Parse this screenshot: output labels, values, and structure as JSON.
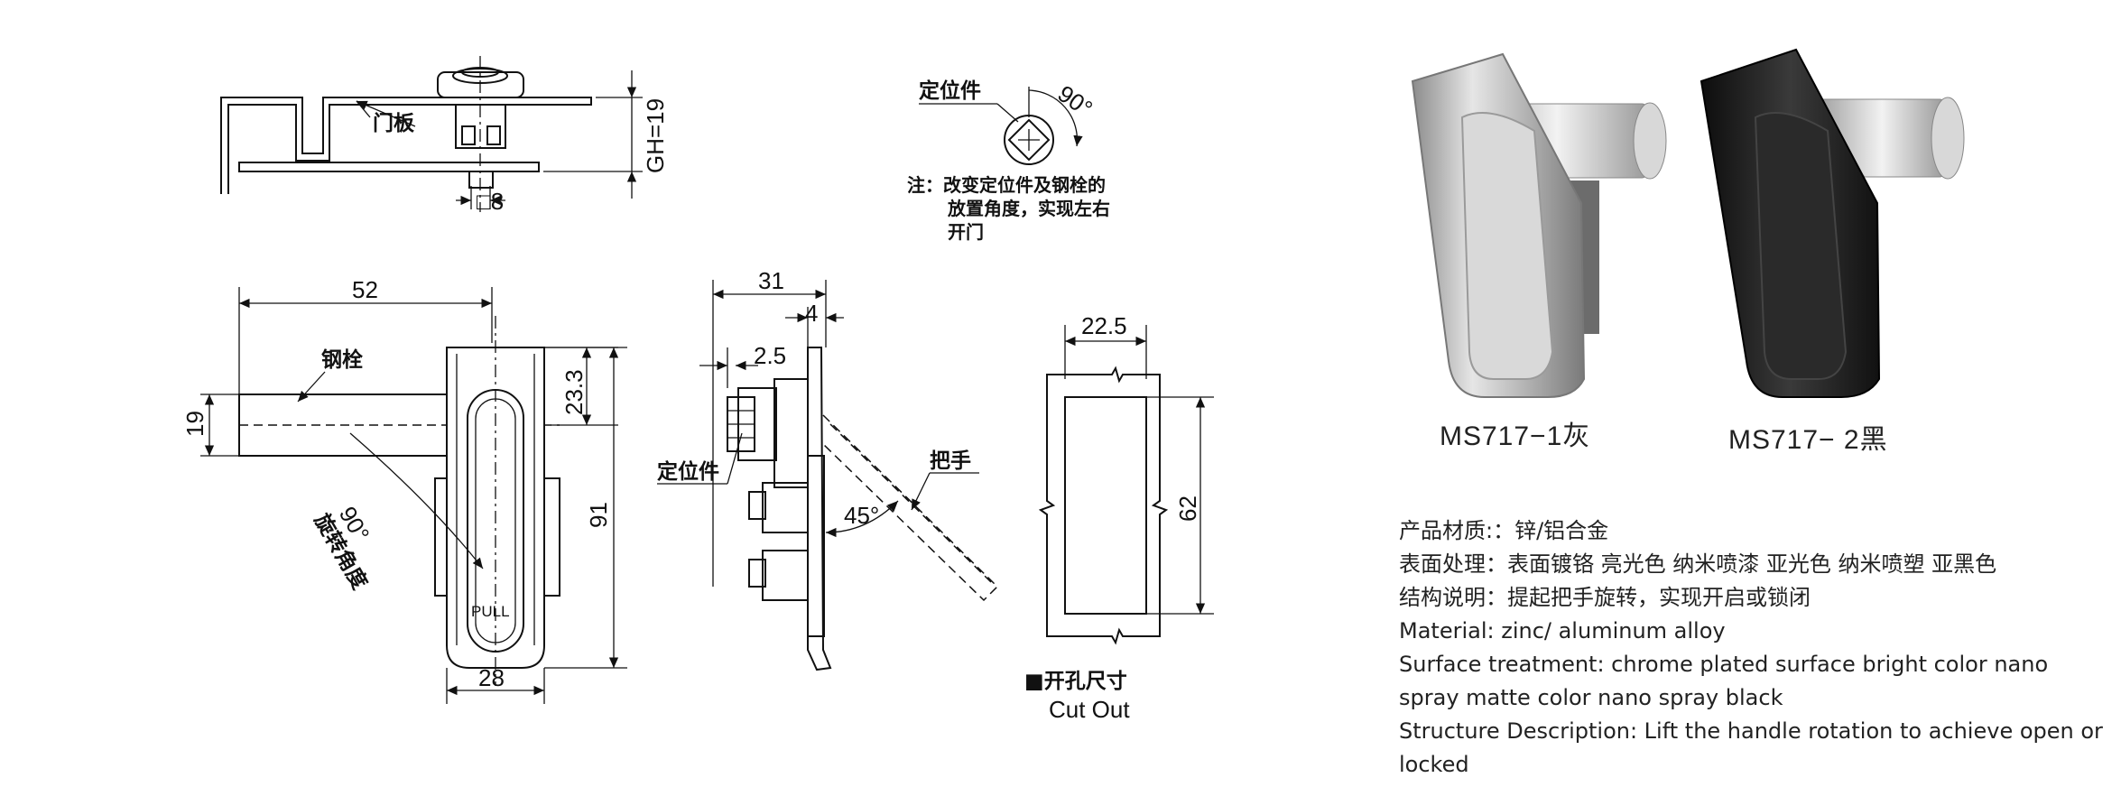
{
  "drawing": {
    "top_view": {
      "door_panel_label": "门板",
      "height_dim": "GH=19",
      "square_dim": "□8"
    },
    "locator_detail": {
      "label": "定位件",
      "angle": "90°",
      "note_lines": [
        "注：改变定位件及钢栓的",
        "放置角度，实现左右",
        "开门"
      ]
    },
    "front_view": {
      "width_top": "52",
      "bolt_label": "钢栓",
      "bolt_height": "19",
      "offset": "23.3",
      "height": "91",
      "width_bottom": "28",
      "rotation_angle": "90°",
      "rotation_label": "旋转角度",
      "handle_text": "PULL"
    },
    "side_view": {
      "depth": "31",
      "plate": "4",
      "offset": "2.5",
      "locator_label": "定位件",
      "handle_label": "把手",
      "angle": "45°"
    },
    "cutout": {
      "width": "22.5",
      "height": "62",
      "title_cn": "■开孔尺寸",
      "title_en": "Cut Out"
    }
  },
  "products": [
    {
      "model": "MS717−1灰",
      "color": "#cfcfcf"
    },
    {
      "model": "MS717− 2黑",
      "color": "#1e1e1e"
    }
  ],
  "specs": [
    "产品材质:：锌/铝合金",
    "表面处理：表面镀铬 亮光色 纳米喷漆 亚光色 纳米喷塑 亚黑色",
    "结构说明：提起把手旋转，实现开启或锁闭",
    "Material: zinc/ aluminum alloy",
    "Surface treatment: chrome plated surface bright color nano spray matte color nano spray black",
    "Structure Description: Lift the handle rotation to achieve open or locked"
  ]
}
